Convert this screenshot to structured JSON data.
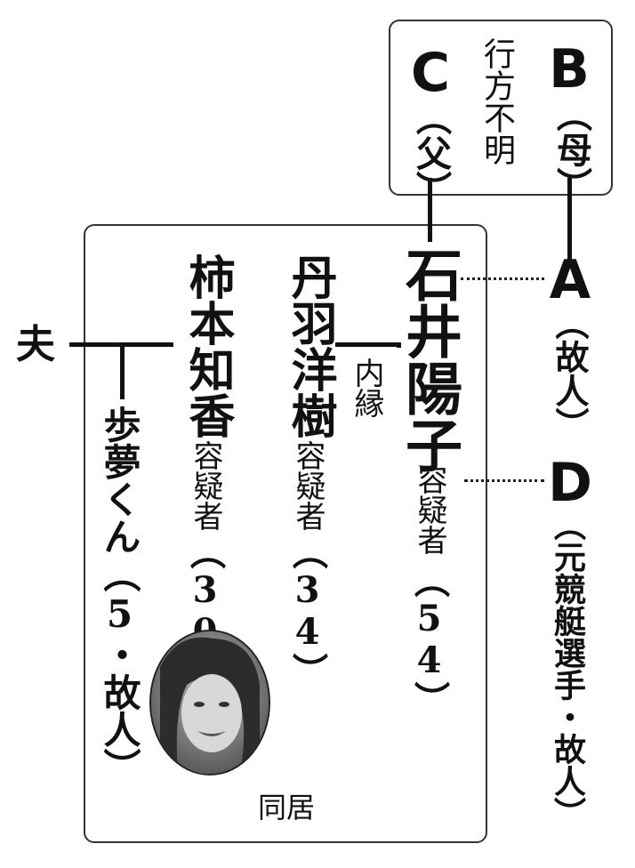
{
  "people": {
    "b": {
      "letter": "B",
      "note": "（母）"
    },
    "c": {
      "letter": "C",
      "note": "（父）",
      "status": "行方不明"
    },
    "a": {
      "letter": "A",
      "note": "（故人）"
    },
    "d": {
      "letter": "D",
      "note": "（元競艇選手・故人）"
    },
    "ishii": {
      "name": "石井陽子",
      "role": "容疑者",
      "age": "（54）"
    },
    "niwa": {
      "name": "丹羽洋樹",
      "role": "容疑者",
      "age": "（34）"
    },
    "kakimoto": {
      "name": "柿本知香",
      "role": "容疑者",
      "age": "（30）"
    },
    "ayumu": {
      "name": "歩夢くん（5・故人）"
    },
    "husband": {
      "name": "夫"
    }
  },
  "relations": {
    "common_law": "内縁",
    "cohabitation": "同居"
  },
  "colors": {
    "line": "#111111",
    "box_border": "#333333",
    "photo_bg": "#6b6b6b"
  },
  "icons": {
    "photo": "portrait-photo-icon"
  }
}
